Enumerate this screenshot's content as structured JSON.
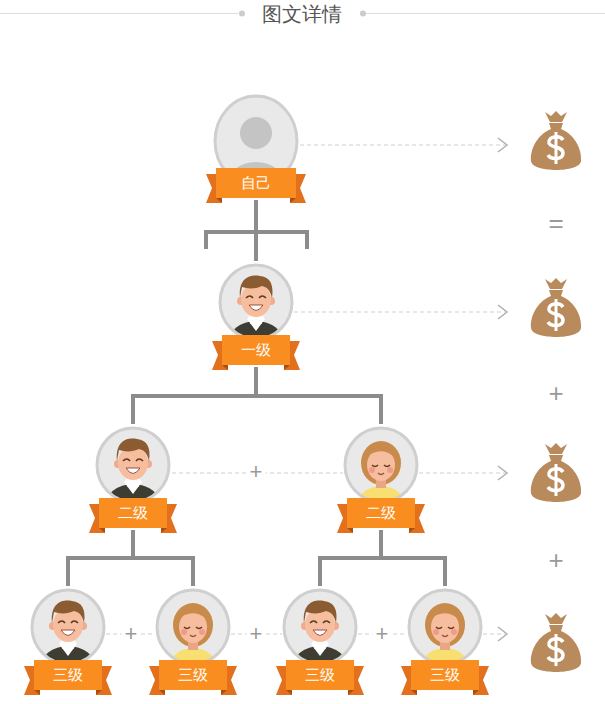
{
  "diagram": {
    "title": "图文详情",
    "nodes": [
      {
        "text": [
          "自己"
        ]
      },
      {
        "text": [
          "一级"
        ]
      },
      {
        "text": [
          "二级"
        ]
      },
      {
        "text": [
          "二级"
        ]
      },
      {
        "text": [
          "三级"
        ]
      },
      {
        "text": [
          "三级"
        ]
      },
      {
        "text": [
          "三级"
        ]
      },
      {
        "text": [
          "三级"
        ]
      }
    ],
    "edges": [
      {
        "from": 0,
        "to": 1,
        "arrow": "none"
      },
      {
        "from": 1,
        "to": 2,
        "arrow": "none"
      },
      {
        "from": 1,
        "to": 3,
        "arrow": "none"
      },
      {
        "from": 2,
        "to": 4,
        "arrow": "none"
      },
      {
        "from": 2,
        "to": 5,
        "arrow": "none"
      },
      {
        "from": 3,
        "to": 6,
        "arrow": "none"
      },
      {
        "from": 3,
        "to": 7,
        "arrow": "none"
      }
    ],
    "labels": [
      "=",
      "+",
      "+",
      "+",
      "+",
      "+",
      "+"
    ]
  }
}
